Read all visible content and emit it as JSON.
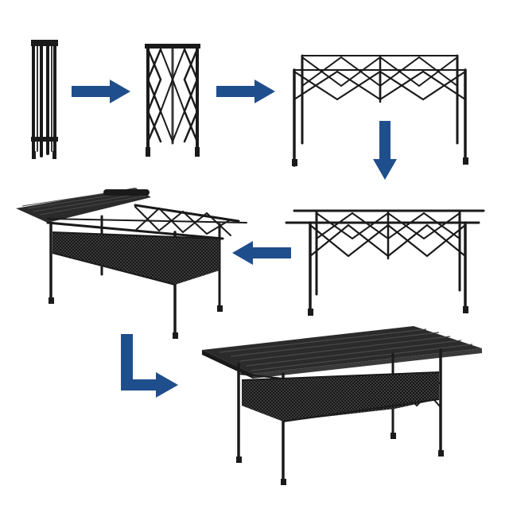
{
  "colors": {
    "frame": "#1a1a1a",
    "frame_light": "#3a3a3a",
    "tabletop": "#2b2b2b",
    "tabletop_slat": "#4a4a4a",
    "mesh": "#111111",
    "mesh_hatch": "#555555",
    "arrow": "#1f4e8c",
    "background": "#ffffff"
  },
  "icons": {
    "arrow": "arrow-icon",
    "elbow_arrow": "elbow-arrow-icon"
  },
  "steps": [
    {
      "id": "folded-frame"
    },
    {
      "id": "half-expanded-frame"
    },
    {
      "id": "expanded-frame"
    },
    {
      "id": "frame-with-rails"
    },
    {
      "id": "table-top-rolled-on"
    },
    {
      "id": "assembled-table"
    }
  ],
  "arrows": [
    {
      "from": "folded-frame",
      "to": "half-expanded-frame",
      "direction": "right"
    },
    {
      "from": "half-expanded-frame",
      "to": "expanded-frame",
      "direction": "right"
    },
    {
      "from": "expanded-frame",
      "to": "frame-with-rails",
      "direction": "down"
    },
    {
      "from": "frame-with-rails",
      "to": "table-top-rolled-on",
      "direction": "left"
    },
    {
      "from": "table-top-rolled-on",
      "to": "assembled-table",
      "direction": "down-then-right"
    }
  ]
}
